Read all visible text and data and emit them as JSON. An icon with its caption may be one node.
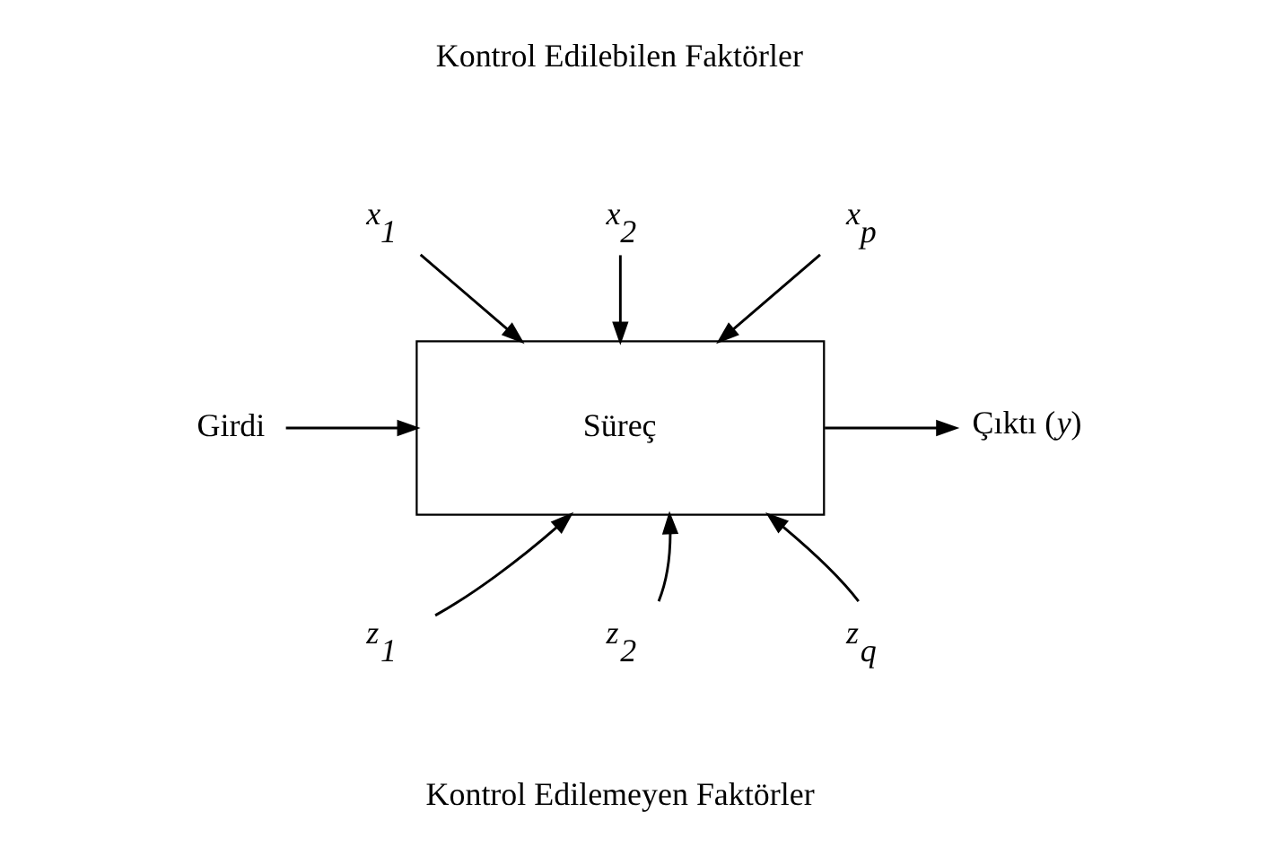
{
  "diagram": {
    "nodes": [
      {
        "text": [
          "Süreç"
        ]
      },
      {
        "text": [
          "Girdi"
        ]
      },
      {
        "text": [
          "Çıktı (*y*)"
        ]
      },
      {
        "text": [
          "*x*$_{1}$"
        ]
      },
      {
        "text": [
          "*x*$_{2}$"
        ]
      },
      {
        "text": [
          "*x*$_{p}$"
        ]
      },
      {
        "text": [
          "*z*$_{1}$"
        ]
      },
      {
        "text": [
          "*z*$_{2}$"
        ]
      },
      {
        "text": [
          "*z*$_{q}$"
        ]
      }
    ],
    "edges": [
      {
        "from": 1,
        "to": 0,
        "arrow": "to"
      },
      {
        "from": 0,
        "to": 2,
        "arrow": "to"
      },
      {
        "from": 3,
        "to": 0,
        "arrow": "to"
      },
      {
        "from": 4,
        "to": 0,
        "arrow": "to"
      },
      {
        "from": 5,
        "to": 0,
        "arrow": "to"
      },
      {
        "from": 6,
        "to": 0,
        "arrow": "to"
      },
      {
        "from": 7,
        "to": 0,
        "arrow": "to"
      },
      {
        "from": 8,
        "to": 0,
        "arrow": "to"
      }
    ],
    "labels": [
      "Kontrol Edilebilen Faktörler",
      "Kontrol Edilemeyen Faktörler"
    ]
  }
}
